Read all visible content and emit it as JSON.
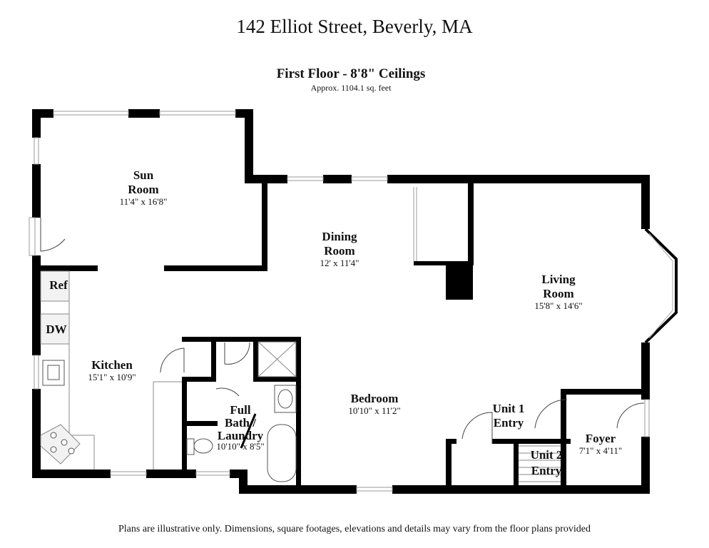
{
  "header": {
    "title": "142 Elliot Street, Beverly, MA",
    "floor_title": "First Floor - 8'8\" Ceilings",
    "area": "Approx. 1104.1 sq. feet"
  },
  "rooms": {
    "sun_room": {
      "name_line1": "Sun",
      "name_line2": "Room",
      "dims": "11'4\" x 16'8\""
    },
    "dining_room": {
      "name_line1": "Dining",
      "name_line2": "Room",
      "dims": "12' x 11'4\""
    },
    "living_room": {
      "name_line1": "Living",
      "name_line2": "Room",
      "dims": "15'8\" x 14'6\""
    },
    "kitchen": {
      "name_line1": "Kitchen",
      "dims": "15'1\" x 10'9\""
    },
    "bedroom": {
      "name_line1": "Bedroom",
      "dims": "10'10\" x 11'2\""
    },
    "bath": {
      "name_line1": "Full",
      "name_line2": "Bath /",
      "name_line3": "Laundry",
      "dims": "10'10\" x 8'5\""
    },
    "unit1_entry": {
      "name_line1": "Unit 1",
      "name_line2": "Entry"
    },
    "foyer": {
      "name_line1": "Foyer",
      "dims": "7'1\" x 4'11\""
    },
    "unit2_entry": {
      "name_line1": "Unit 2",
      "name_line2": "Entry"
    }
  },
  "fixtures": {
    "ref": "Ref",
    "dw": "DW"
  },
  "footer": {
    "disclaimer": "Plans are illustrative only. Dimensions, square footages, elevations and details may vary from the floor plans provided"
  }
}
